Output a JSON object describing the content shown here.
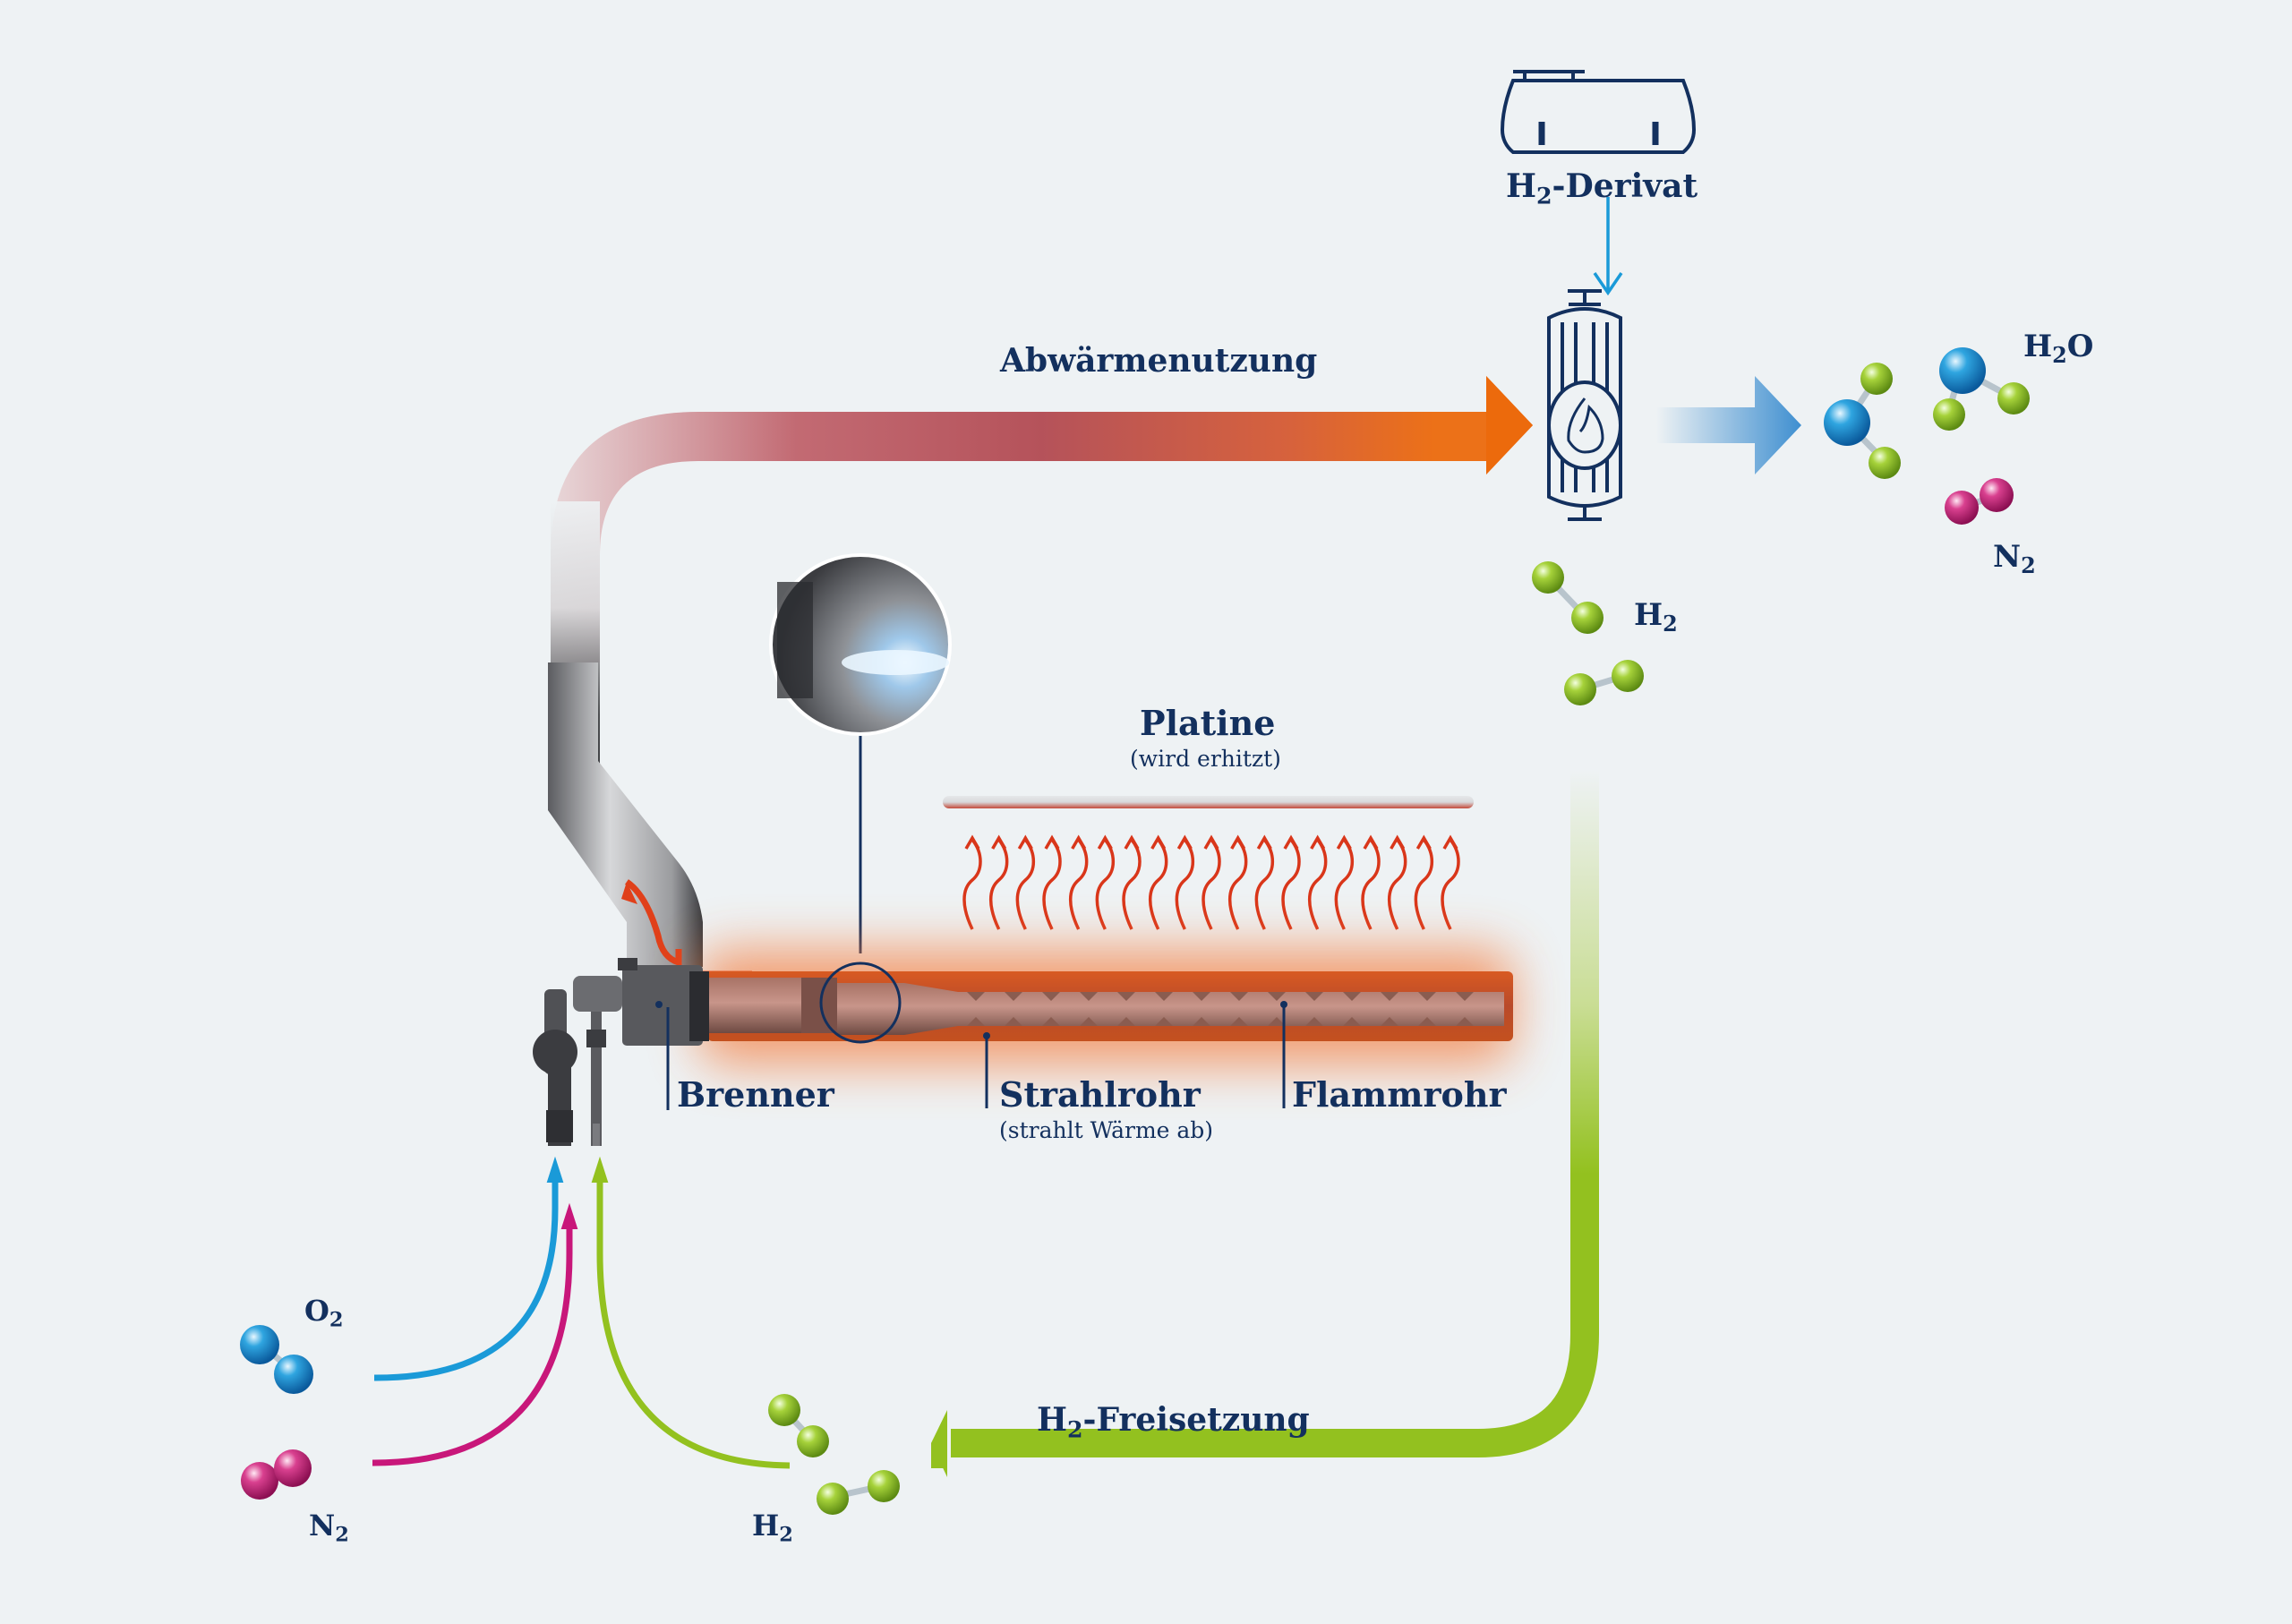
{
  "colors": {
    "text": "#13305e",
    "heat_arrow_start": "#d9b0b5",
    "heat_arrow_mid": "#b34a55",
    "heat_arrow_end": "#ec6a0c",
    "h2_green": "#93c11f",
    "o2_blue": "#1a9ad8",
    "n2_pink": "#c8177a",
    "output_blue": "#3f8fd0",
    "tube_glow": "#f06a22",
    "heat_wave": "#d9361a"
  },
  "labels": {
    "h2_derivat": {
      "main": "H",
      "sub": "2",
      "rest": "-Derivat"
    },
    "abwaermenutzung": "Abwärmenutzung",
    "h2o": {
      "main": "H",
      "sub": "2",
      "rest": "O"
    },
    "n2_out": {
      "main": "N",
      "sub": "2"
    },
    "h2_release": {
      "main": "H",
      "sub": "2"
    },
    "platine": "Platine",
    "platine_note": "(wird erhitzt)",
    "brenner": "Brenner",
    "strahlrohr": "Strahlrohr",
    "strahlrohr_note": "(strahlt Wärme ab)",
    "flammrohr": "Flammrohr",
    "o2_in": {
      "main": "O",
      "sub": "2"
    },
    "n2_in": {
      "main": "N",
      "sub": "2"
    },
    "h2_in": {
      "main": "H",
      "sub": "2"
    },
    "h2_freisetzung": {
      "main": "H",
      "sub": "2",
      "rest": "-Freisetzung"
    }
  },
  "components": {
    "storage_tank": "H2-Derivat storage tank",
    "reactor": "Reactor with flame",
    "burner": "Burner assembly",
    "radiant_tube": "Radiant tube",
    "flame_photo": "Flame close-up"
  },
  "heat_wave_count": 19
}
